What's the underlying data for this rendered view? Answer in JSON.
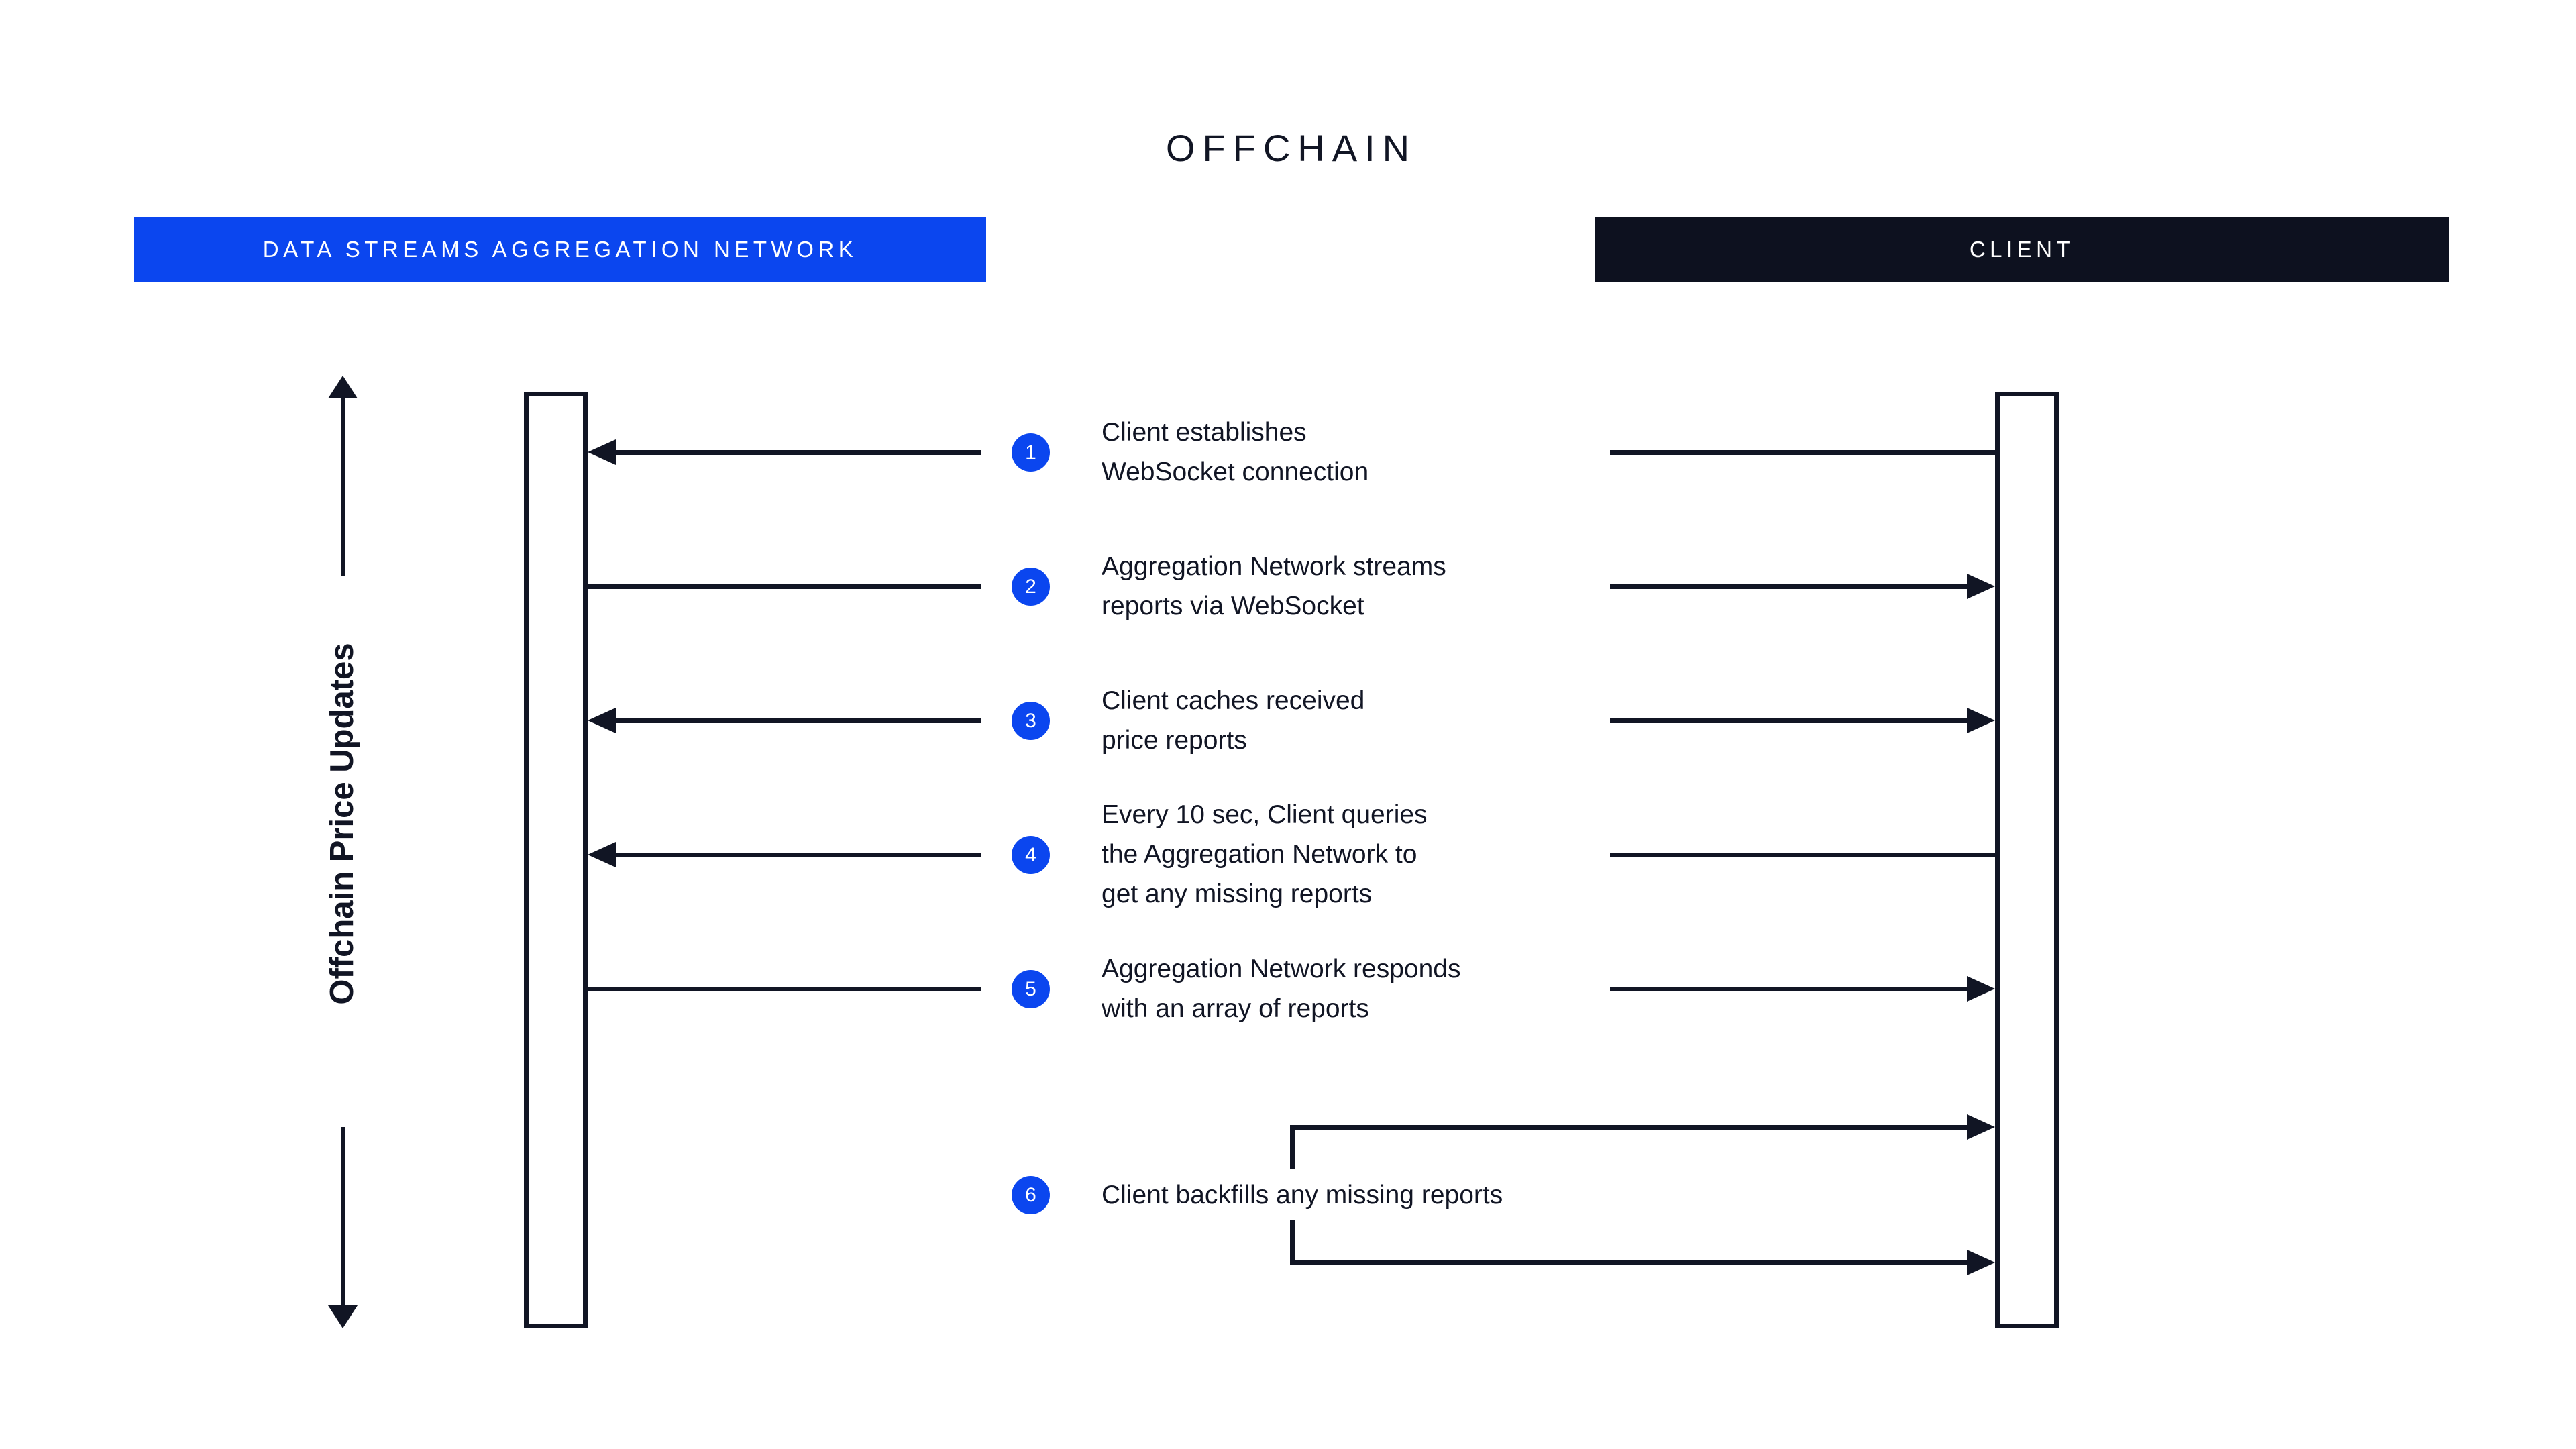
{
  "diagram": {
    "title": "OFFCHAIN",
    "axis_label": "Offchain Price Updates",
    "colors": {
      "accent_blue": "#0B46EF",
      "dark": "#0D111F",
      "line": "#111524",
      "background": "#FFFFFF"
    },
    "actors": [
      {
        "id": "network",
        "label": "DATA STREAMS AGGREGATION NETWORK",
        "bar_color": "#0B46EF",
        "text_color": "#FFFFFF"
      },
      {
        "id": "client",
        "label": "CLIENT",
        "bar_color": "#0D111F",
        "text_color": "#FFFFFF"
      }
    ],
    "steps": [
      {
        "number": "1",
        "text": "Client establishes\nWebSocket connection",
        "direction": "right-to-left"
      },
      {
        "number": "2",
        "text": "Aggregation Network streams\nreports via WebSocket",
        "direction": "left-to-right"
      },
      {
        "number": "3",
        "text": "Client caches received\nprice reports",
        "direction": "both"
      },
      {
        "number": "4",
        "text": "Every 10 sec, Client queries\nthe Aggregation Network to\nget any missing reports",
        "direction": "right-to-left"
      },
      {
        "number": "5",
        "text": "Aggregation Network responds\nwith an array of reports",
        "direction": "left-to-right"
      },
      {
        "number": "6",
        "text": "Client backfills any missing reports",
        "direction": "client-self-loop"
      }
    ]
  }
}
